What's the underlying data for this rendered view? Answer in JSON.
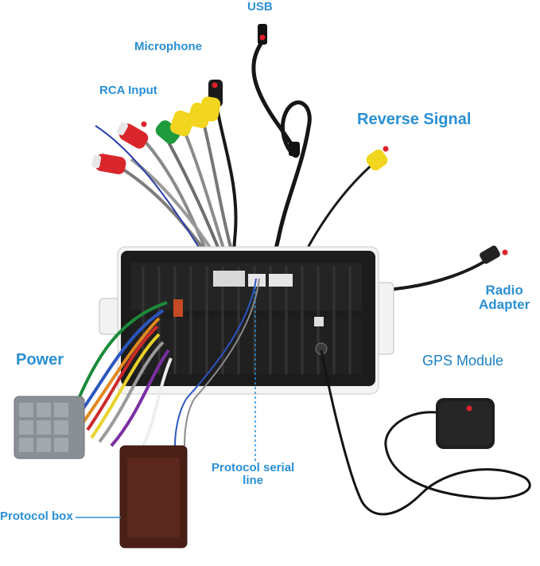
{
  "labels": {
    "usb": "USB",
    "microphone": "Microphone",
    "rca_input": "RCA Input",
    "reverse_signal": "Reverse Signal",
    "radio_adapter_1": "Radio",
    "radio_adapter_2": "Adapter",
    "power": "Power",
    "gps_module": "GPS Module",
    "protocol_serial_line_1": "Protocol serial",
    "protocol_serial_line_2": "line",
    "protocol_box": "Protocol box"
  },
  "colors": {
    "label_text": "#2a8fd4",
    "marker_dot": "#e0202a",
    "leader_line": "#2a8fd4",
    "rca_red": "#d8262c",
    "rca_white": "#e8e8e8",
    "rca_green": "#1f9a3c",
    "rca_yellow": "#f2d51e",
    "protocol_box": "#4a1f16",
    "unit_body": "#1c1c1c",
    "bracket": "#f2f2f2"
  }
}
